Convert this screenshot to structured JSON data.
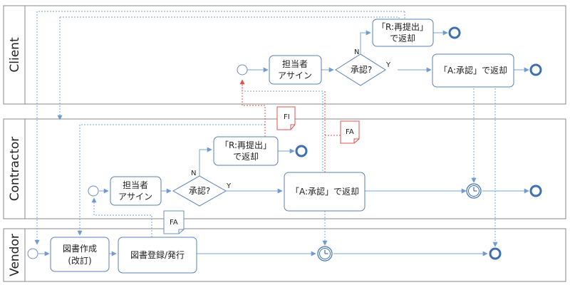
{
  "lanes": {
    "client": "Client",
    "contractor": "Contractor",
    "vendor": "Vendor"
  },
  "client": {
    "assign_line1": "担当者",
    "assign_line2": "アサイン",
    "decision": "承認?",
    "no_label": "N",
    "yes_label": "Y",
    "resubmit_line1": "「R:再提出」",
    "resubmit_line2": "で返却",
    "approve": "「A:承認」で返却"
  },
  "contractor": {
    "assign_line1": "担当者",
    "assign_line2": "アサイン",
    "decision": "承認?",
    "no_label": "N",
    "yes_label": "Y",
    "resubmit_line1": "「R:再提出」",
    "resubmit_line2": "で返却",
    "approve": "「A:承認」で返却"
  },
  "vendor": {
    "create_line1": "図書作成",
    "create_line2": "(改訂)",
    "register": "図書登録/発行"
  },
  "documents": {
    "fi": "FI",
    "fa_contractor": "FA",
    "fa_vendor": "FA"
  },
  "colors": {
    "flow": "#4a7ebb",
    "flow_dotted": "#7aa6d8",
    "red_flow": "#e05050",
    "box_border": "#5a80b5",
    "end_event": "#3d6fb5",
    "lane_border": "#888888"
  }
}
